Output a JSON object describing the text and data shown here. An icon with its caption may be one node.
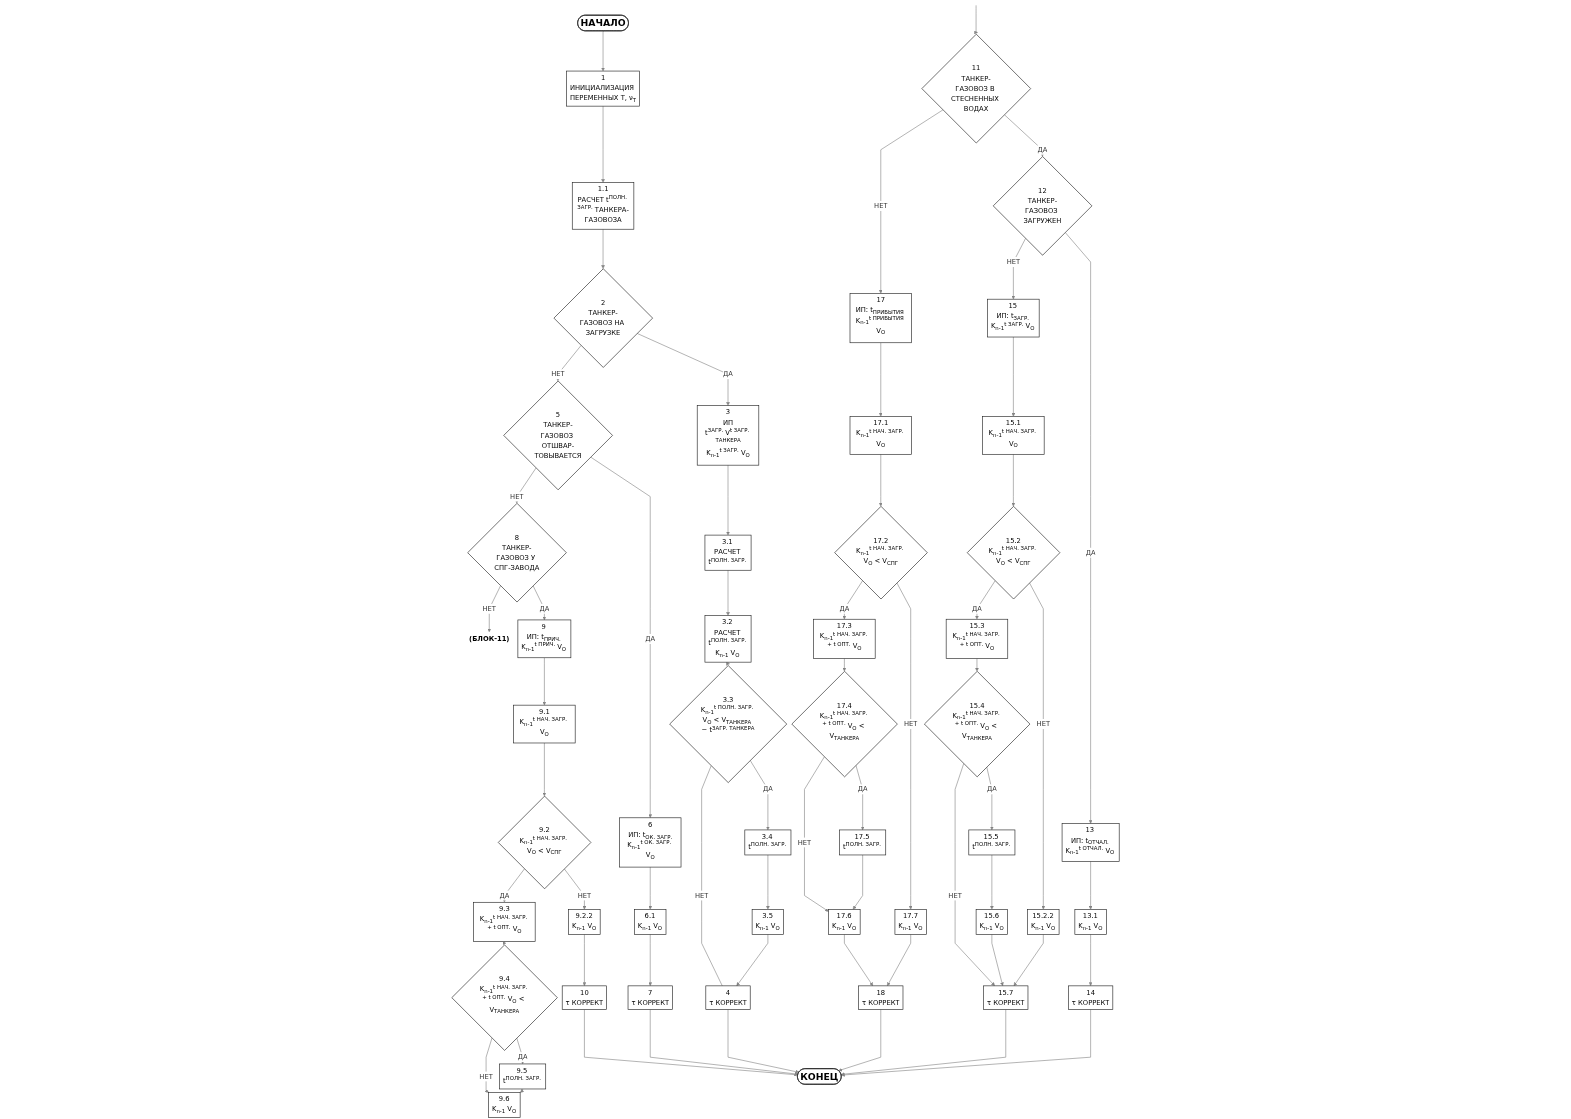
{
  "diagram": {
    "nodes": [
      {
        "text": [
          "НАЧАЛО"
        ]
      },
      {
        "text": [
          "1",
          "ИНИЦИАЛИЗАЦИЯ ПЕРЕМЕННЫХ Т, ν$_{Т}$"
        ]
      },
      {
        "text": [
          "1.1",
          "РАСЧЕТ t$^{ПОЛН. ЗАГР.}$ ТАНКЕРА-ГАЗОВОЗА"
        ]
      },
      {
        "text": [
          "2",
          "ТАНКЕР-ГАЗОВОЗ НА ЗАГРУЗКЕ"
        ]
      },
      {
        "text": [
          "3",
          "ИП",
          "t$^{ЗАГР.}$ V$^{t ЗАГР. ТАНКЕРА}$",
          "K$_{n-1}$$^{t ЗАГР.}$ V$_{O}$"
        ]
      },
      {
        "text": [
          "3.1",
          "РАСЧЕТ",
          "t$^{ПОЛН. ЗАГР.}$"
        ]
      },
      {
        "text": [
          "3.2",
          "РАСЧЕТ",
          "t$^{ПОЛН. ЗАГР.}$",
          "K$_{n-1}$ V$_{O}$"
        ]
      },
      {
        "text": [
          "3.3",
          "K$_{n-1}$$^{t ПОЛН. ЗАГР.}$ V$_{O}$ < V$_{ТАНКЕРА}$ − t$^{ЗАГР. ТАНКЕРА}$"
        ]
      },
      {
        "text": [
          "3.4",
          "t$^{ПОЛН. ЗАГР.}$"
        ]
      },
      {
        "text": [
          "3.5",
          "K$_{n-1}$ V$_{O}$"
        ]
      },
      {
        "text": [
          "4",
          "τ КОРРЕКТ"
        ]
      },
      {
        "text": [
          "5",
          "ТАНКЕР-ГАЗОВОЗ ОТШВАР-ТОВЫВАЕТСЯ"
        ]
      },
      {
        "text": [
          "6",
          "ИП: t$_{ОК. ЗАГР.}$",
          "K$_{n-1}$$^{t ОК. ЗАГР.}$ V$_{O}$"
        ]
      },
      {
        "text": [
          "6.1",
          "K$_{n-1}$ V$_{O}$"
        ]
      },
      {
        "text": [
          "7",
          "τ КОРРЕКТ"
        ]
      },
      {
        "text": [
          "8",
          "ТАНКЕР-ГАЗОВОЗ У СПГ-ЗАВОДА"
        ]
      },
      {
        "text": [
          "(БЛОК-11)"
        ]
      },
      {
        "text": [
          "9",
          "ИП: t$_{ПРИЧ.}$",
          "K$_{n-1}$$^{t ПРИЧ.}$ V$_{O}$"
        ]
      },
      {
        "text": [
          "9.1",
          "K$_{n-1}$$^{t НАЧ. ЗАГР.}$ V$_{O}$"
        ]
      },
      {
        "text": [
          "9.2",
          "K$_{n-1}$$^{t НАЧ. ЗАГР.}$ V$_{O}$ < V$_{СПГ}$"
        ]
      },
      {
        "text": [
          "9.2.2",
          "K$_{n-1}$ V$_{O}$"
        ]
      },
      {
        "text": [
          "9.3",
          "K$_{n-1}$$^{t НАЧ. ЗАГР. + t ОПТ.}$ V$_{O}$"
        ]
      },
      {
        "text": [
          "9.4",
          "K$_{n-1}$$^{t НАЧ. ЗАГР. + t ОПТ.}$ V$_{O}$ < V$_{ТАНКЕРА}$"
        ]
      },
      {
        "text": [
          "9.5",
          "t$^{ПОЛН. ЗАГР.}$"
        ]
      },
      {
        "text": [
          "10",
          "τ КОРРЕКТ"
        ]
      },
      {
        "text": [
          "9.6",
          "K$_{n-1}$ V$_{O}$"
        ]
      },
      {
        "text": [
          "11",
          "ТАНКЕР-ГАЗОВОЗ В СТЕСНЕННЫХ ВОДАХ"
        ]
      },
      {
        "text": [
          "12",
          "ТАНКЕР-ГАЗОВОЗ ЗАГРУЖЕН"
        ]
      },
      {
        "text": [
          "13",
          "ИП: t$_{ОТЧАЛ.}$",
          "K$_{n-1}$$^{t ОТЧАЛ.}$ V$_{O}$"
        ]
      },
      {
        "text": [
          "13.1",
          "K$_{n-1}$ V$_{O}$"
        ]
      },
      {
        "text": [
          "14",
          "τ КОРРЕКТ"
        ]
      },
      {
        "text": [
          "15",
          "ИП: t$_{ЗАГР.}$",
          "K$_{n-1}$$^{t ЗАГР.}$ V$_{O}$"
        ]
      },
      {
        "text": [
          "15.1",
          "K$_{n-1}$$^{t НАЧ. ЗАГР.}$ V$_{O}$"
        ]
      },
      {
        "text": [
          "15.2",
          "K$_{n-1}$$^{t НАЧ. ЗАГР.}$ V$_{O}$ < V$_{СПГ}$"
        ]
      },
      {
        "text": [
          "15.2.2",
          "K$_{n-1}$ V$_{O}$"
        ]
      },
      {
        "text": [
          "15.3",
          "K$_{n-1}$$^{t НАЧ. ЗАГР. + t ОПТ.}$ V$_{O}$"
        ]
      },
      {
        "text": [
          "15.4",
          "K$_{n-1}$$^{t НАЧ. ЗАГР. + t ОПТ.}$ V$_{O}$ < V$_{ТАНКЕРА}$"
        ]
      },
      {
        "text": [
          "15.5",
          "t$^{ПОЛН. ЗАГР.}$"
        ]
      },
      {
        "text": [
          "15.6",
          "K$_{n-1}$ V$_{O}$"
        ]
      },
      {
        "text": [
          "15.7",
          "τ КОРРЕКТ"
        ]
      },
      {
        "text": [
          "17",
          "ИП: t$_{ПРИБЫТИЯ}$ K$_{n-1}$$^{t ПРИБЫТИЯ}$ V$_{O}$"
        ]
      },
      {
        "text": [
          "17.1",
          "K$_{n-1}$$^{t НАЧ. ЗАГР.}$ V$_{O}$"
        ]
      },
      {
        "text": [
          "17.2",
          "K$_{n-1}$$^{t НАЧ. ЗАГР.}$ V$_{O}$ < V$_{СПГ}$"
        ]
      },
      {
        "text": [
          "17.7",
          "K$_{n-1}$ V$_{O}$"
        ]
      },
      {
        "text": [
          "17.3",
          "K$_{n-1}$$^{t НАЧ. ЗАГР. + t ОПТ.}$ V$_{O}$"
        ]
      },
      {
        "text": [
          "17.4",
          "K$_{n-1}$$^{t НАЧ. ЗАГР. + t ОПТ.}$ V$_{O}$ < V$_{ТАНКЕРА}$"
        ]
      },
      {
        "text": [
          "17.5",
          "t$^{ПОЛН. ЗАГР.}$"
        ]
      },
      {
        "text": [
          "17.6",
          "K$_{n-1}$ V$_{O}$"
        ]
      },
      {
        "text": [
          "18",
          "τ КОРРЕКТ"
        ]
      },
      {
        "text": [
          "КОНЕЦ"
        ]
      }
    ],
    "edges": [
      {
        "from": 0,
        "to": 1,
        "arrow": "to"
      },
      {
        "from": 1,
        "to": 2,
        "arrow": "to"
      },
      {
        "from": 2,
        "to": 3,
        "arrow": "to"
      },
      {
        "from": 3,
        "to": 4,
        "arrow": "to",
        "label": "ДА"
      },
      {
        "from": 3,
        "to": 11,
        "arrow": "to",
        "label": "НЕТ"
      },
      {
        "from": 4,
        "to": 5,
        "arrow": "to"
      },
      {
        "from": 5,
        "to": 6,
        "arrow": "to"
      },
      {
        "from": 6,
        "to": 7,
        "arrow": "to"
      },
      {
        "from": 7,
        "to": 8,
        "arrow": "to",
        "label": "ДА"
      },
      {
        "from": 7,
        "to": 10,
        "arrow": "none",
        "label": "НЕТ"
      },
      {
        "from": 8,
        "to": 9,
        "arrow": "to"
      },
      {
        "from": 9,
        "to": 10,
        "arrow": "to"
      },
      {
        "from": 10,
        "to": 49,
        "arrow": "to"
      },
      {
        "from": 11,
        "to": 12,
        "arrow": "to",
        "label": "ДА"
      },
      {
        "from": 11,
        "to": 15,
        "arrow": "to",
        "label": "НЕТ"
      },
      {
        "from": 12,
        "to": 13,
        "arrow": "to"
      },
      {
        "from": 13,
        "to": 14,
        "arrow": "to"
      },
      {
        "from": 14,
        "to": 49,
        "arrow": "to"
      },
      {
        "from": 15,
        "to": 17,
        "arrow": "to",
        "label": "ДА"
      },
      {
        "from": 15,
        "to": 16,
        "arrow": "to",
        "label": "НЕТ"
      },
      {
        "from": 17,
        "to": 18,
        "arrow": "to"
      },
      {
        "from": 18,
        "to": 19,
        "arrow": "to"
      },
      {
        "from": 19,
        "to": 20,
        "arrow": "to",
        "label": "НЕТ"
      },
      {
        "from": 19,
        "to": 21,
        "arrow": "to",
        "label": "ДА"
      },
      {
        "from": 21,
        "to": 22,
        "arrow": "to"
      },
      {
        "from": 22,
        "to": 23,
        "arrow": "to",
        "label": "ДА"
      },
      {
        "from": 22,
        "to": 25,
        "arrow": "to",
        "label": "НЕТ"
      },
      {
        "from": 23,
        "to": 25,
        "arrow": "to"
      },
      {
        "from": 20,
        "to": 24,
        "arrow": "to"
      },
      {
        "from": 24,
        "to": 49,
        "arrow": "to"
      },
      {
        "from": null,
        "to": 26,
        "arrow": "to"
      },
      {
        "from": 26,
        "to": 27,
        "arrow": "to",
        "label": "ДА"
      },
      {
        "from": 26,
        "to": 40,
        "arrow": "to",
        "label": "НЕТ"
      },
      {
        "from": 27,
        "to": 28,
        "arrow": "to",
        "label": "ДА"
      },
      {
        "from": 27,
        "to": 31,
        "arrow": "to",
        "label": "НЕТ"
      },
      {
        "from": 28,
        "to": 29,
        "arrow": "to"
      },
      {
        "from": 29,
        "to": 30,
        "arrow": "to"
      },
      {
        "from": 30,
        "to": 49,
        "arrow": "to"
      },
      {
        "from": 31,
        "to": 32,
        "arrow": "to"
      },
      {
        "from": 32,
        "to": 33,
        "arrow": "to"
      },
      {
        "from": 33,
        "to": 34,
        "arrow": "to",
        "label": "НЕТ"
      },
      {
        "from": 33,
        "to": 35,
        "arrow": "to",
        "label": "ДА"
      },
      {
        "from": 35,
        "to": 36,
        "arrow": "to"
      },
      {
        "from": 36,
        "to": 37,
        "arrow": "to",
        "label": "ДА"
      },
      {
        "from": 36,
        "to": 39,
        "arrow": "to",
        "label": "НЕТ"
      },
      {
        "from": 37,
        "to": 38,
        "arrow": "to"
      },
      {
        "from": 38,
        "to": 39,
        "arrow": "to"
      },
      {
        "from": 34,
        "to": 39,
        "arrow": "to"
      },
      {
        "from": 39,
        "to": 49,
        "arrow": "to"
      },
      {
        "from": 40,
        "to": 41,
        "arrow": "to"
      },
      {
        "from": 41,
        "to": 42,
        "arrow": "to"
      },
      {
        "from": 42,
        "to": 43,
        "arrow": "to",
        "label": "НЕТ"
      },
      {
        "from": 42,
        "to": 44,
        "arrow": "to",
        "label": "ДА"
      },
      {
        "from": 44,
        "to": 45,
        "arrow": "to"
      },
      {
        "from": 45,
        "to": 46,
        "arrow": "to",
        "label": "ДА"
      },
      {
        "from": 45,
        "to": 47,
        "arrow": "to",
        "label": "НЕТ"
      },
      {
        "from": 46,
        "to": 47,
        "arrow": "to"
      },
      {
        "from": 47,
        "to": 48,
        "arrow": "to"
      },
      {
        "from": 43,
        "to": 48,
        "arrow": "to"
      },
      {
        "from": 48,
        "to": 49,
        "arrow": "to"
      }
    ]
  }
}
